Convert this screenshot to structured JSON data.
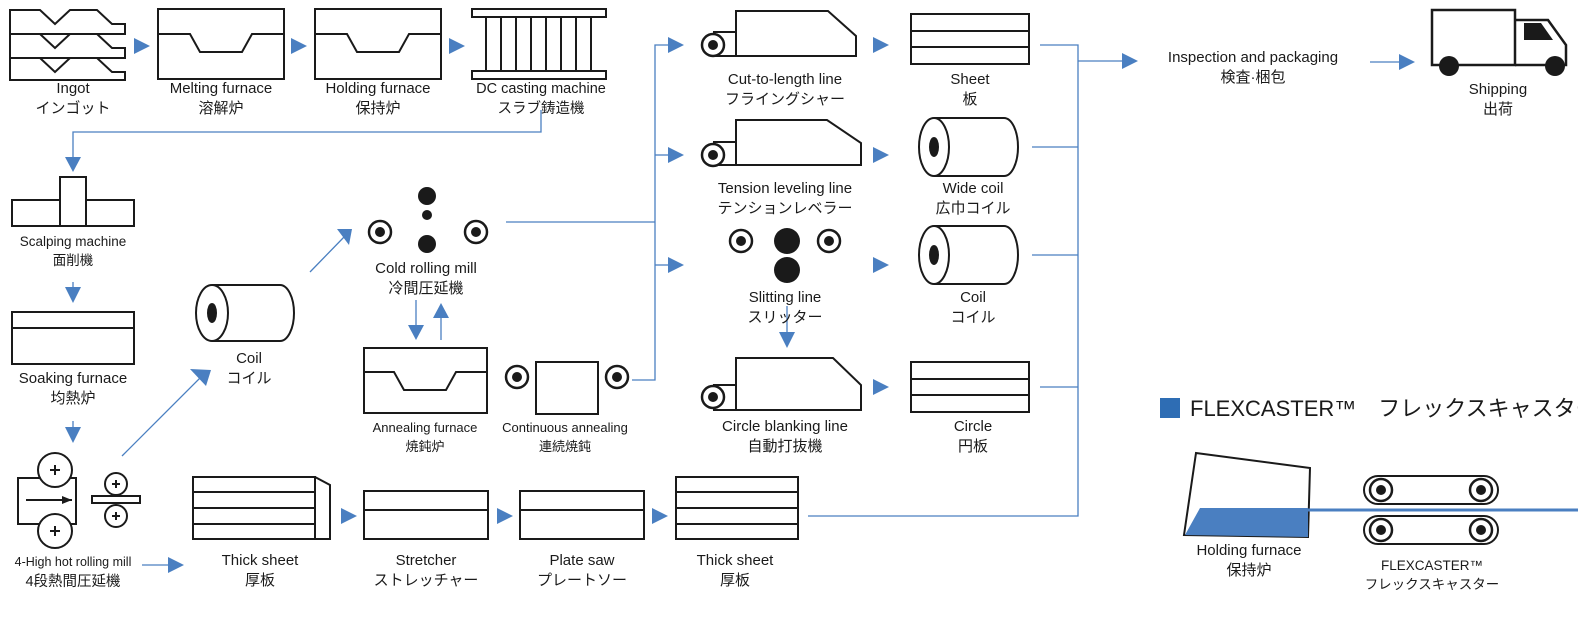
{
  "flow": {
    "ingot": {
      "en": "Ingot",
      "jp": "インゴット"
    },
    "melting_furnace": {
      "en": "Melting furnace",
      "jp": "溶解炉"
    },
    "holding_furnace": {
      "en": "Holding furnace",
      "jp": "保持炉"
    },
    "dc_casting": {
      "en": "DC casting machine",
      "jp": "スラブ鋳造機"
    },
    "scalping": {
      "en": "Scalping machine",
      "jp": "面削機"
    },
    "soaking": {
      "en": "Soaking furnace",
      "jp": "均熱炉"
    },
    "hot_rolling": {
      "en": "4-High hot rolling mill",
      "jp": "4段熱間圧延機"
    },
    "coil_mid": {
      "en": "Coil",
      "jp": "コイル"
    },
    "cold_rolling": {
      "en": "Cold rolling mill",
      "jp": "冷間圧延機"
    },
    "annealing": {
      "en": "Annealing furnace",
      "jp": "焼鈍炉"
    },
    "continuous_annealing": {
      "en": "Continuous annealing",
      "jp": "連続焼鈍"
    },
    "cut_to_length": {
      "en": "Cut-to-length line",
      "jp": "フライングシャー"
    },
    "tension_leveling": {
      "en": "Tension leveling line",
      "jp": "テンションレベラー"
    },
    "slitting": {
      "en": "Slitting line",
      "jp": "スリッター"
    },
    "circle_blanking": {
      "en": "Circle blanking line",
      "jp": "自動打抜機"
    },
    "sheet": {
      "en": "Sheet",
      "jp": "板"
    },
    "wide_coil": {
      "en": "Wide coil",
      "jp": "広巾コイル"
    },
    "coil_out": {
      "en": "Coil",
      "jp": "コイル"
    },
    "circle": {
      "en": "Circle",
      "jp": "円板"
    },
    "thick_sheet_1": {
      "en": "Thick sheet",
      "jp": "厚板"
    },
    "stretcher": {
      "en": "Stretcher",
      "jp": "ストレッチャー"
    },
    "plate_saw": {
      "en": "Plate saw",
      "jp": "プレートソー"
    },
    "thick_sheet_2": {
      "en": "Thick sheet",
      "jp": "厚板"
    },
    "inspection": {
      "en": "Inspection and packaging",
      "jp": "検査·梱包"
    },
    "shipping": {
      "en": "Shipping",
      "jp": "出荷"
    }
  },
  "flexcaster": {
    "title": "FLEXCASTER™　フレックスキャスター",
    "holding_furnace": {
      "en": "Holding furnace",
      "jp": "保持炉"
    },
    "machine": {
      "en": "FLEXCASTER™",
      "jp": "フレックスキャスター"
    }
  },
  "colors": {
    "accent": "#4a7fc1",
    "line": "#1a1a1a",
    "flex_square": "#2e6db4"
  }
}
